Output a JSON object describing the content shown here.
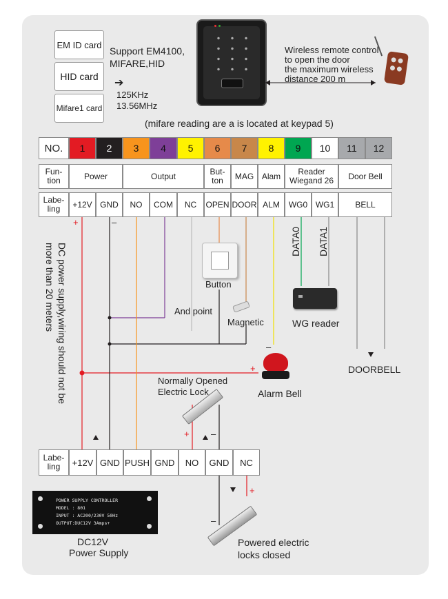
{
  "cards": [
    "EM ID card",
    "HID card",
    "Mifare1 card"
  ],
  "support_text": [
    "Support EM4100,",
    "MIFARE,HID"
  ],
  "frequency_text": [
    "125KHz",
    "13.56MHz"
  ],
  "remote_text": [
    "Wireless remote control",
    "to open the door",
    "the maximum wireless",
    "distance 200 m"
  ],
  "mifare_note": "(mifare reading are a is located at keypad 5)",
  "table": {
    "no_header": "NO.",
    "function_header": "Fun-\ntion",
    "labeling_header": "Labe-\nling",
    "numbers": [
      {
        "n": "1",
        "color": "#e31b23"
      },
      {
        "n": "2",
        "color": "#231f20"
      },
      {
        "n": "3",
        "color": "#f7941d"
      },
      {
        "n": "4",
        "color": "#7e3f98"
      },
      {
        "n": "5",
        "color": "#fff200"
      },
      {
        "n": "6",
        "color": "#e68a4a"
      },
      {
        "n": "7",
        "color": "#c8874a"
      },
      {
        "n": "8",
        "color": "#fff200"
      },
      {
        "n": "9",
        "color": "#00a651"
      },
      {
        "n": "10",
        "color": "#ffffff"
      },
      {
        "n": "11",
        "color": "#a7a9ac"
      },
      {
        "n": "12",
        "color": "#a7a9ac"
      }
    ],
    "functions": [
      "Power",
      "Output",
      "But-\nton",
      "MAG",
      "Alam",
      "Reader\nWiegand 26",
      "Door Bell"
    ],
    "labels": [
      "+12V",
      "GND",
      "NO",
      "COM",
      "NC",
      "OPEN",
      "DOOR",
      "ALM",
      "WG0",
      "WG1",
      "BELL"
    ]
  },
  "diagram": {
    "button_label": "Button",
    "and_point": "And point",
    "magnetic": "Magnetic",
    "data0": "DATA0",
    "data1": "DATA1",
    "wg_reader": "WG reader",
    "doorbell": "DOORBELL",
    "alarm_bell": "Alarm Bell",
    "no_lock": [
      "Normally Opened",
      "Electric Lock"
    ],
    "dc_note": [
      "DC power supply,wiring should not be",
      "more than 20 meters"
    ],
    "plus": "+",
    "minus": "–"
  },
  "bottom_table": {
    "header": "Labe-\nling",
    "labels": [
      "+12V",
      "GND",
      "PUSH",
      "GND",
      "NO",
      "GND",
      "NC"
    ]
  },
  "psu": {
    "lines": [
      "POWER SUPPLY CONTROLLER",
      "MODEL : 801",
      "INPUT  : AC200/230V  50Hz",
      "OUTPUT:DUC12V  3Amps+"
    ],
    "caption": [
      "DC12V",
      "Power Supply"
    ]
  },
  "powered_lock": [
    "Powered electric",
    "locks closed"
  ],
  "colors": {
    "red_wire": "#e31b23",
    "black_wire": "#231f20",
    "orange_wire": "#f7941d",
    "purple_wire": "#7e3f98",
    "yellow_wire": "#f0e000",
    "green_wire": "#00a651",
    "gray_wire": "#888888"
  }
}
